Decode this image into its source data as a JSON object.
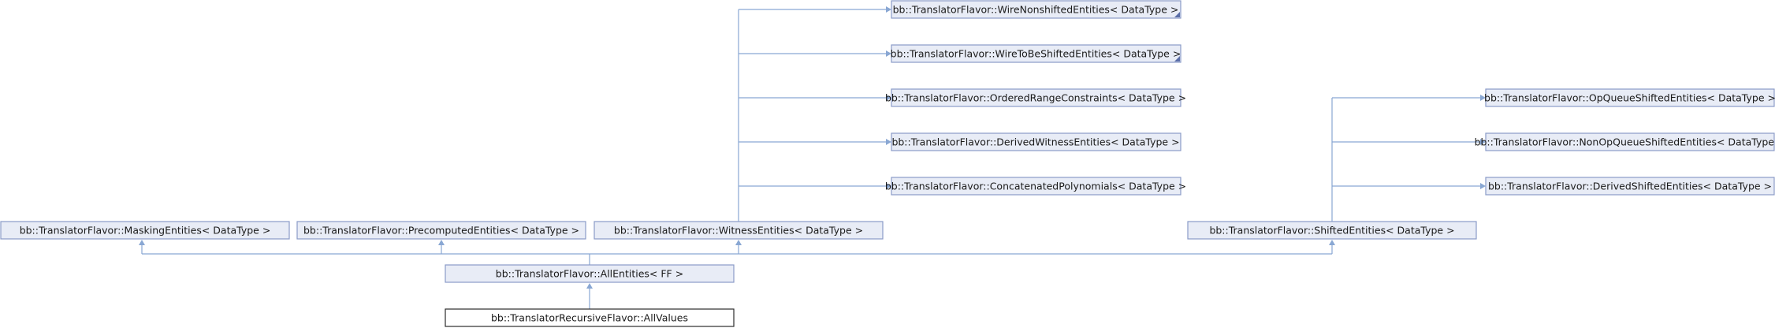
{
  "diagram": {
    "nodes": {
      "wire_nonshifted": "bb::TranslatorFlavor::WireNonshiftedEntities< DataType >",
      "wire_to_be_shifted": "bb::TranslatorFlavor::WireToBeShiftedEntities< DataType >",
      "ordered_range": "bb::TranslatorFlavor::OrderedRangeConstraints< DataType >",
      "derived_witness": "bb::TranslatorFlavor::DerivedWitnessEntities< DataType >",
      "concatenated": "bb::TranslatorFlavor::ConcatenatedPolynomials< DataType >",
      "opqueue_shifted": "bb::TranslatorFlavor::OpQueueShiftedEntities< DataType >",
      "nonopqueue_shifted": "bb::TranslatorFlavor::NonOpQueueShiftedEntities< DataType >",
      "derived_shifted": "bb::TranslatorFlavor::DerivedShiftedEntities< DataType >",
      "masking": "bb::TranslatorFlavor::MaskingEntities< DataType >",
      "precomputed": "bb::TranslatorFlavor::PrecomputedEntities< DataType >",
      "witness": "bb::TranslatorFlavor::WitnessEntities< DataType >",
      "shifted": "bb::TranslatorFlavor::ShiftedEntities< DataType >",
      "all_entities": "bb::TranslatorFlavor::AllEntities< FF >",
      "all_values": "bb::TranslatorRecursiveFlavor::AllValues"
    }
  }
}
